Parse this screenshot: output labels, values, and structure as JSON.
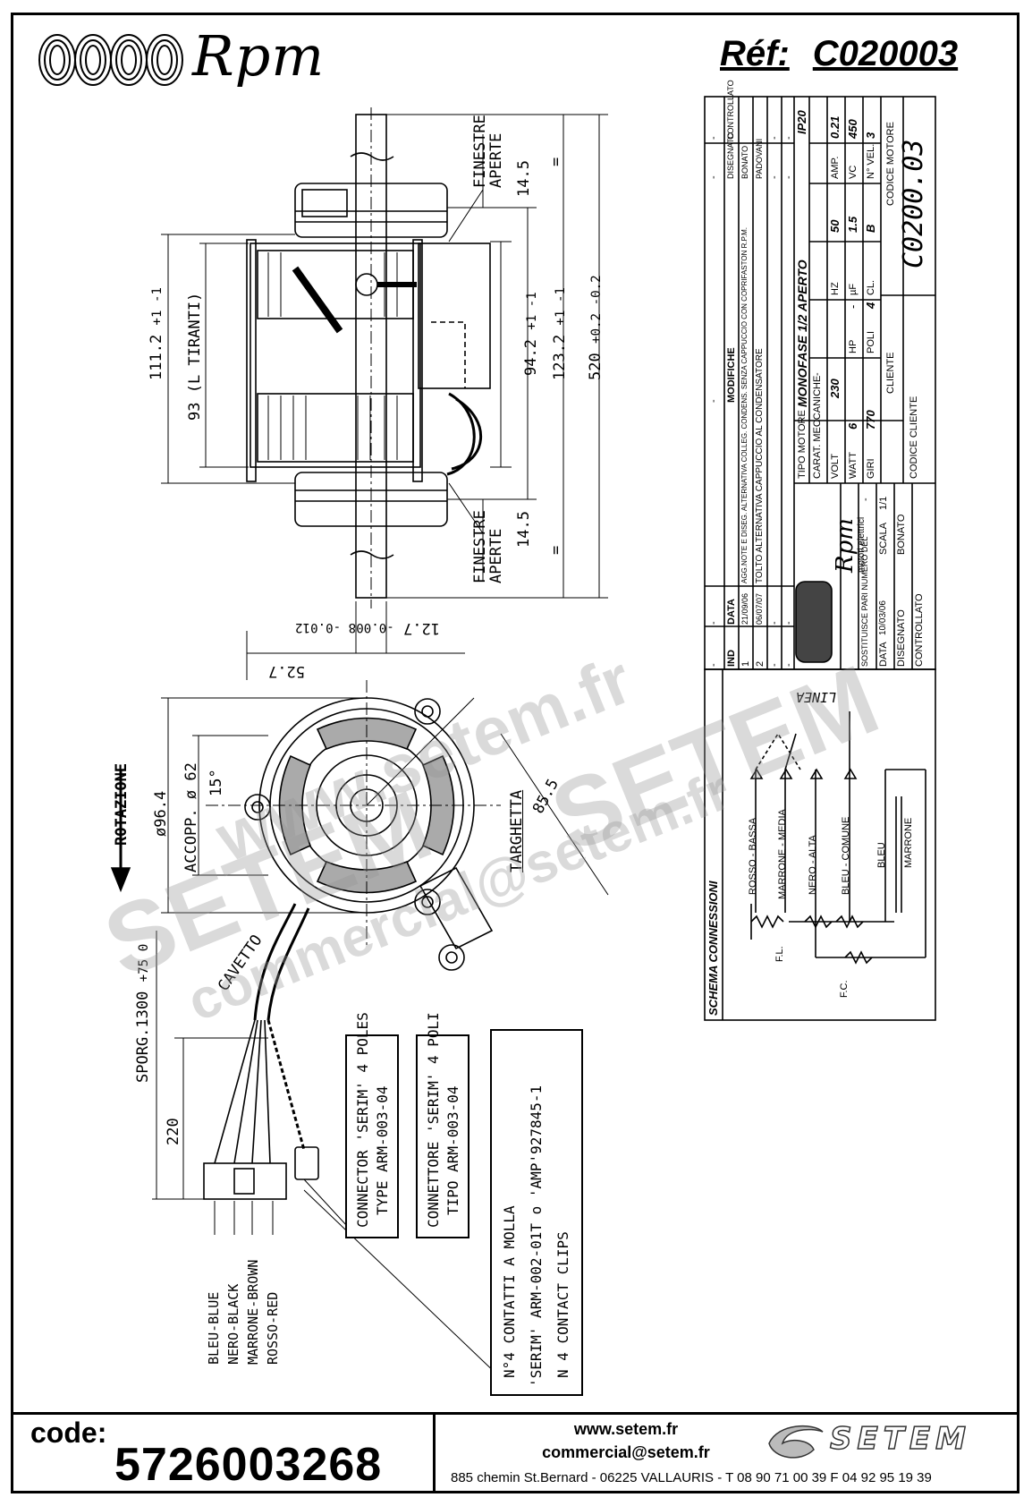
{
  "header": {
    "brand": "Rpm",
    "ref_label": "Réf:",
    "ref_value": "C020003"
  },
  "dimensions": {
    "d_111_2": "111.2",
    "d_111_2_tol": "+1 -1",
    "d_93": "93 (L TIRANTI)",
    "d_94_2": "94.2",
    "d_94_2_tol": "+1 -1",
    "d_123_2": "123.2",
    "d_123_2_tol": "+1 -1",
    "d_520": "520",
    "d_520_tol": "+0.2 -0.2",
    "d_14_5_top": "14.5",
    "d_14_5_bottom": "14.5",
    "eq_top": "=",
    "eq_bottom": "=",
    "finestre_top": "FINESTRE\nAPERTE",
    "finestre_bottom": "FINESTRE\nAPERTE",
    "d_12_7": "12.7",
    "d_12_7_tol": "-0.008 -0.012",
    "d_52_7": "52.7",
    "d_96_4": "ø96.4",
    "accopp": "ACCOPP. ø 62",
    "angle_15": "15°",
    "d_85_5": "85.5",
    "targhetta": "TARGHETTA",
    "rotazione": "ROTAZIONE",
    "cavetto": "CAVETTO",
    "sporg": "SPORG.1300",
    "sporg_tol": "+75 0",
    "d_220": "220"
  },
  "wires": [
    "BLEU-BLUE",
    "NERO-BLACK",
    "MARRONE-BROWN",
    "ROSSO-RED"
  ],
  "notes": {
    "connector_en": [
      "CONNECTOR 'SERIM' 4 POLES",
      "TYPE ARM-003-04"
    ],
    "connector_it": [
      "CONNETTORE 'SERIM' 4 POLI",
      "TIPO ARM-003-04"
    ],
    "contacts": [
      "N°4 CONTATTI A MOLLA",
      "'SERIM' ARM-002-01T o 'AMP'927845-1",
      "N 4 CONTACT CLIPS"
    ]
  },
  "title_block": {
    "revisions": [
      {
        "ind": "-",
        "data": "-",
        "modifiche": "-",
        "a": "-",
        "b": "-"
      },
      {
        "ind": "-",
        "data": "-",
        "modifiche": "-",
        "a": "-",
        "b": "-"
      },
      {
        "ind": "-",
        "data": "-",
        "modifiche": "-",
        "a": "-",
        "b": "-"
      },
      {
        "ind": "2",
        "data": "06/07/07",
        "modifiche": "TOLTO ALTERNATIVA CAPPUCCIO AL CONDENSATORE",
        "a": "PADOVANI",
        "b": ""
      },
      {
        "ind": "1",
        "data": "21/09/06",
        "modifiche": "AGG.NOTE E DISEG. ALTERNATIVA COLLEG. CONDENS. SENZA CAPPUCCIO CON COPRIFASTON R.P.M.",
        "a": "BONATO",
        "b": ""
      }
    ],
    "rev_header": {
      "ind": "IND",
      "data": "DATA",
      "modifiche": "MODIFICHE",
      "a": "DISEGNATO",
      "b": "CONTROLLATO"
    },
    "tipo_motore_label": "TIPO MOTORE",
    "tipo_motore": "MONOFASE 1/2 APERTO",
    "ip": "IP20",
    "carat_label": "CARAT. MECCANICHE",
    "carat_value": "-",
    "volt_label": "VOLT",
    "volt": "230",
    "hz_label": "HZ",
    "hz": "50",
    "amp_label": "AMP.",
    "amp": "0.21",
    "watt_label": "WATT",
    "watt": "6",
    "hp_label": "HP",
    "hp": "-",
    "uf_label": "µF",
    "uf": "1.5",
    "vc_label": "VC",
    "vc": "450",
    "giri_label": "GIRI",
    "giri": "770",
    "poli_label": "POLI",
    "poli": "4",
    "cl_label": "CL.",
    "cl": "B",
    "vel_label": "N° VEL.",
    "vel": "3",
    "codice_motore_label": "CODICE MOTORE",
    "codice_motore": "C0200.03",
    "cliente_label": "CLIENTE",
    "codice_cliente_label": "CODICE CLIENTE",
    "rpm_sub": "motori elettrici",
    "sostituisce_label": "SOSTITUISCE PARI NUMERO DEL",
    "sostituisce": "-",
    "data_label": "DATA",
    "data": "10/03/06",
    "scala_label": "SCALA",
    "scala": "1/1",
    "disegnato_label": "DISEGNATO",
    "disegnato": "BONATO",
    "controllato_label": "CONTROLLATO"
  },
  "schema": {
    "title": "SCHEMA CONNESSIONI",
    "linea": "LINEA",
    "wires": [
      "ROSSO - BASSA",
      "MARRONE - MEDIA",
      "NERO - ALTA",
      "BLEU - COMUNE",
      "BLEU",
      "MARRONE"
    ],
    "fl": "F.L.",
    "fc": "F.C."
  },
  "footer": {
    "code_label": "code:",
    "code_value": "5726003268",
    "web": "www.setem.fr",
    "mail": "commercial@setem.fr",
    "address": "885 chemin St.Bernard  -  06225 VALLAURIS  -  T 08 90 71 00 39   F 04 92 95 19 39",
    "brand": "SETEM"
  },
  "watermarks": [
    "www.setem.fr",
    "SETEM",
    "commercial@setem.fr"
  ],
  "colors": {
    "line": "#000000",
    "watermark": "#969696"
  }
}
